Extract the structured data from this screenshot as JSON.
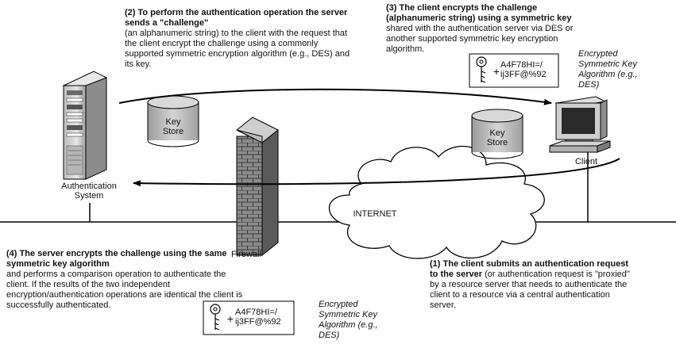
{
  "step2": {
    "lead_num": "(2",
    "lead_rest": ") To perform the authentication operation the server sends a \"challenge\"",
    "body": "(an alphanumeric string) to the client with the request that the client encrypt the challenge using a commonly supported symmetric encryption algorithm (e.g., DES) and its key."
  },
  "step3": {
    "lead": "(3) The client encrypts the challenge (alphanumeric string) using a symmetric key",
    "body": " shared with the authentication server via DES or another supported symmetric key encryption algorithm."
  },
  "step4": {
    "lead": "(4) The server encrypts the challenge using the same symmetric key algorithm",
    "body": "and performs a comparison operation to authenticate the client. If the results of the two independent encryption/authentication operations are identical the client is successfully authenticated."
  },
  "step1": {
    "lead": "(1) The client submits an authentication request to the server",
    "body": " (or authentication request is \"proxied\" by a resource server that needs to authenticate the client to a resource via a central authentication server."
  },
  "labels": {
    "auth_system_line1": "Authentication",
    "auth_system_line2": "System",
    "keystore_left_line1": "Key",
    "keystore_left_line2": "Store",
    "keystore_right_line1": "Key",
    "keystore_right_line2": "Store",
    "client": "Client",
    "firewall": "Firewall",
    "internet": "INTERNET"
  },
  "crypto_top": {
    "plus": "+",
    "code_line1": "A4F78HI=/",
    "code_line2": "ij3FF@%92",
    "note": "Encrypted Symmetric Key Algorithm (e.g., DES)"
  },
  "crypto_bottom": {
    "plus": "+",
    "code_line1": "A4F78HI=/",
    "code_line2": "ij3FF@%92",
    "note": "Encrypted Symmetric Key Algorithm (e.g., DES)"
  }
}
